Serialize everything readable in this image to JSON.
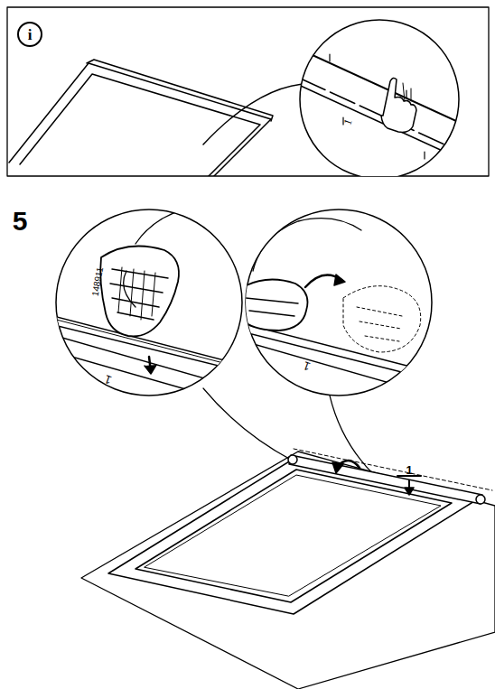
{
  "diagram": {
    "labels": [
      "i",
      "5",
      "148911",
      "1",
      "1",
      "1",
      "1"
    ]
  }
}
